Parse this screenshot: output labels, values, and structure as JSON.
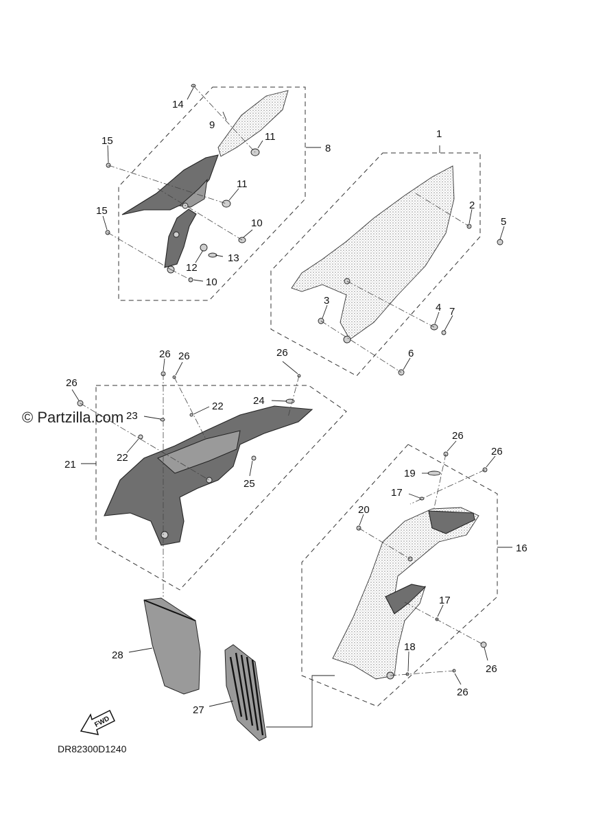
{
  "watermark": "© Partzilla.com",
  "diagram_code": "DR82300D1240",
  "fwd_label": "FWD",
  "callouts": {
    "c1": "1",
    "c2": "2",
    "c3": "3",
    "c4": "4",
    "c5": "5",
    "c6": "6",
    "c7": "7",
    "c8": "8",
    "c9": "9",
    "c10a": "10",
    "c10b": "10",
    "c11a": "11",
    "c11b": "11",
    "c12": "12",
    "c13": "13",
    "c14": "14",
    "c15a": "15",
    "c15b": "15",
    "c16": "16",
    "c17a": "17",
    "c17b": "17",
    "c18": "18",
    "c19": "19",
    "c20": "20",
    "c21": "21",
    "c22a": "22",
    "c22b": "22",
    "c23": "23",
    "c24": "24",
    "c25": "25",
    "c26a": "26",
    "c26b": "26",
    "c26c": "26",
    "c26d": "26",
    "c26e": "26",
    "c26f": "26",
    "c26g": "26",
    "c26h": "26",
    "c27": "27",
    "c28": "28"
  }
}
